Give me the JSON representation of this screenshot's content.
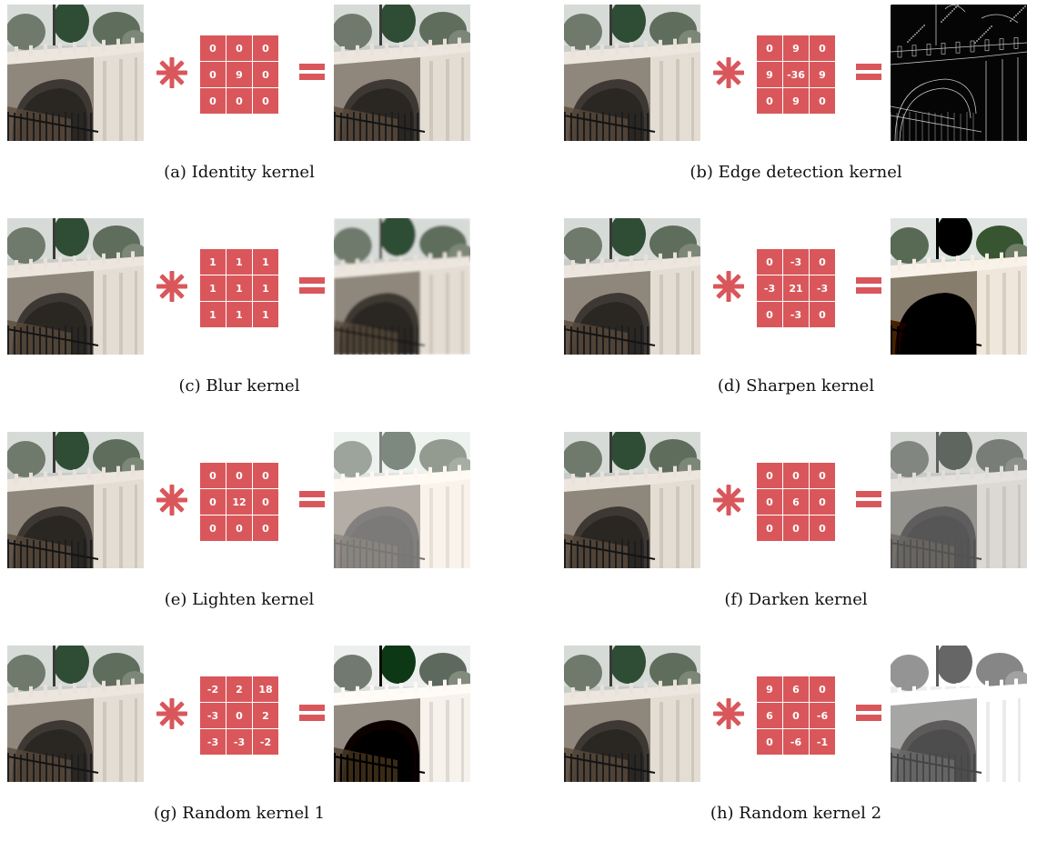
{
  "accent_color": "#d9575b",
  "panels": [
    {
      "caption": "(a) Identity kernel",
      "kernel": [
        "0",
        "0",
        "0",
        "0",
        "9",
        "0",
        "0",
        "0",
        "0"
      ],
      "output_style": "identity"
    },
    {
      "caption": "(b) Edge detection kernel",
      "kernel": [
        "0",
        "9",
        "0",
        "9",
        "-36",
        "9",
        "0",
        "9",
        "0"
      ],
      "output_style": "edge"
    },
    {
      "caption": "(c) Blur kernel",
      "kernel": [
        "1",
        "1",
        "1",
        "1",
        "1",
        "1",
        "1",
        "1",
        "1"
      ],
      "output_style": "blur"
    },
    {
      "caption": "(d) Sharpen kernel",
      "kernel": [
        "0",
        "-3",
        "0",
        "-3",
        "21",
        "-3",
        "0",
        "-3",
        "0"
      ],
      "output_style": "sharpen"
    },
    {
      "caption": "(e) Lighten kernel",
      "kernel": [
        "0",
        "0",
        "0",
        "0",
        "12",
        "0",
        "0",
        "0",
        "0"
      ],
      "output_style": "lighten"
    },
    {
      "caption": "(f) Darken kernel",
      "kernel": [
        "0",
        "0",
        "0",
        "0",
        "6",
        "0",
        "0",
        "0",
        "0"
      ],
      "output_style": "darken"
    },
    {
      "caption": "(g) Random kernel 1",
      "kernel": [
        "-2",
        "2",
        "18",
        "-3",
        "0",
        "2",
        "-3",
        "-3",
        "-2"
      ],
      "output_style": "random1"
    },
    {
      "caption": "(h) Random kernel 2",
      "kernel": [
        "9",
        "6",
        "0",
        "6",
        "0",
        "-6",
        "0",
        "-6",
        "-1"
      ],
      "output_style": "random2"
    }
  ]
}
